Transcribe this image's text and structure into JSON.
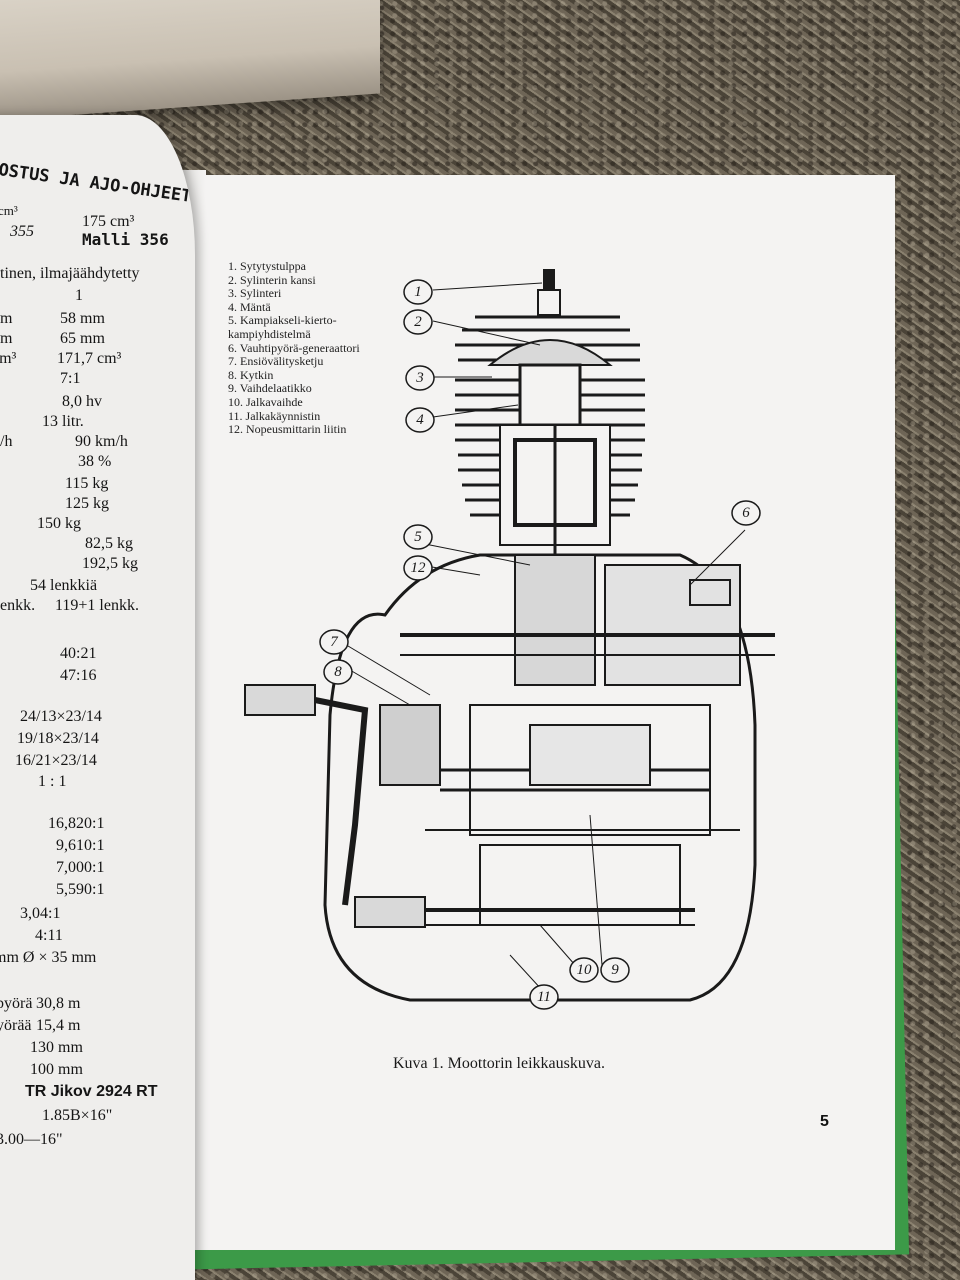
{
  "left_page": {
    "heading": "OSTUS JA AJO-OHJEET",
    "rows": [
      {
        "label": "cm³",
        "value": "175 cm³"
      },
      {
        "label": "355",
        "value": "Malli 356"
      },
      {
        "label": "tinen, ilmajäähdytetty",
        "value": ""
      },
      {
        "label": "",
        "value": "1"
      },
      {
        "label": "m",
        "value": "58 mm"
      },
      {
        "label": "m",
        "value": "65 mm"
      },
      {
        "label": "cm³",
        "value": "171,7 cm³"
      },
      {
        "label": "",
        "value": "7:1"
      },
      {
        "label": "",
        "value": "8,0 hv"
      },
      {
        "label": "",
        "value": "13 litr."
      },
      {
        "label": "/h",
        "value": "90 km/h"
      },
      {
        "label": "",
        "value": "38 %"
      },
      {
        "label": "",
        "value": "115 kg"
      },
      {
        "label": "",
        "value": "125 kg"
      },
      {
        "label": "",
        "value": "150 kg"
      },
      {
        "label": "",
        "value": "82,5 kg"
      },
      {
        "label": "",
        "value": "192,5 kg"
      },
      {
        "label": "",
        "value": "54 lenkkiä"
      },
      {
        "label": "enkk.",
        "value": "119+1 lenkk."
      },
      {
        "label": "",
        "value": "40:21"
      },
      {
        "label": "",
        "value": "47:16"
      },
      {
        "label": "",
        "value": "24/13×23/14"
      },
      {
        "label": "",
        "value": "19/18×23/14"
      },
      {
        "label": "",
        "value": "16/21×23/14"
      },
      {
        "label": "",
        "value": "1 : 1"
      },
      {
        "label": "",
        "value": "16,820:1"
      },
      {
        "label": "",
        "value": "9,610:1"
      },
      {
        "label": "",
        "value": "7,000:1"
      },
      {
        "label": "",
        "value": "5,590:1"
      },
      {
        "label": "",
        "value": "3,04:1"
      },
      {
        "label": "",
        "value": "4:11"
      },
      {
        "label": "",
        "value": "mm Ø × 35 mm"
      },
      {
        "label": "pyörä",
        "value": "30,8 m"
      },
      {
        "label": "yörää",
        "value": "15,4 m"
      },
      {
        "label": "",
        "value": "130 mm"
      },
      {
        "label": "",
        "value": "100 mm"
      },
      {
        "label": "",
        "value": "TR Jikov 2924 RT"
      },
      {
        "label": "",
        "value": "1.85B×16\""
      },
      {
        "label": "",
        "value": "3.00—16\""
      }
    ]
  },
  "right_page": {
    "legend": [
      "1. Sytytystulppa",
      "2. Sylinterin kansi",
      "3. Sylinteri",
      "4. Mäntä",
      "5. Kampiakseli-kierto-kampiyhdistelmä",
      "6. Vauhtipyörä-generaattori",
      "7. Ensiövälitysketju",
      "8. Kytkin",
      "9. Vaihdelaatikko",
      "10. Jalkavaihde",
      "11. Jalkakäynnistin",
      "12. Nopeusmittarin liitin"
    ],
    "callouts": [
      "1",
      "2",
      "3",
      "4",
      "5",
      "6",
      "7",
      "8",
      "9",
      "10",
      "11",
      "12"
    ],
    "caption": "Kuva 1. Moottorin leikkauskuva.",
    "page_number": "5"
  },
  "colors": {
    "page": "#f4f3f2",
    "cover": "#3c9a48",
    "ink": "#1a1a1a",
    "carpet": "#5a5246"
  }
}
